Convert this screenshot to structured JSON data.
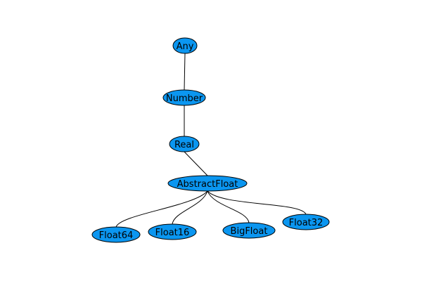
{
  "diagram": {
    "type": "tree",
    "node_color": "#0b96f0",
    "edge_color": "#000000",
    "nodes": [
      {
        "id": "any",
        "label": "Any"
      },
      {
        "id": "number",
        "label": "Number"
      },
      {
        "id": "real",
        "label": "Real"
      },
      {
        "id": "abstractfloat",
        "label": "AbstractFloat"
      },
      {
        "id": "float64",
        "label": "Float64"
      },
      {
        "id": "float16",
        "label": "Float16"
      },
      {
        "id": "bigfloat",
        "label": "BigFloat"
      },
      {
        "id": "float32",
        "label": "Float32"
      }
    ],
    "edges": [
      {
        "from": "any",
        "to": "number"
      },
      {
        "from": "number",
        "to": "real"
      },
      {
        "from": "real",
        "to": "abstractfloat"
      },
      {
        "from": "abstractfloat",
        "to": "float64"
      },
      {
        "from": "abstractfloat",
        "to": "float16"
      },
      {
        "from": "abstractfloat",
        "to": "bigfloat"
      },
      {
        "from": "abstractfloat",
        "to": "float32"
      }
    ]
  }
}
